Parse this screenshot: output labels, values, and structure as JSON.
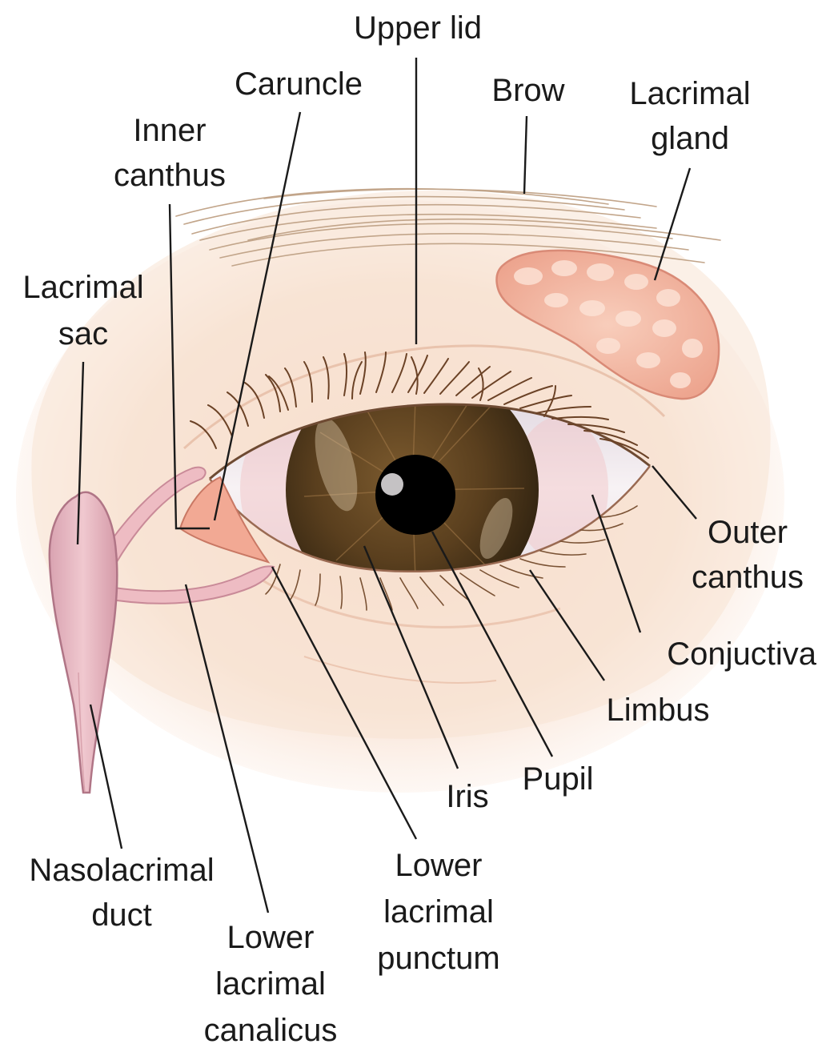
{
  "labels": {
    "upper_lid": "Upper lid",
    "caruncle": "Caruncle",
    "brow": "Brow",
    "lacrimal_gland_1": "Lacrimal",
    "lacrimal_gland_2": "gland",
    "inner_canthus_1": "Inner",
    "inner_canthus_2": "canthus",
    "lacrimal_sac_1": "Lacrimal",
    "lacrimal_sac_2": "sac",
    "outer_canthus_1": "Outer",
    "outer_canthus_2": "canthus",
    "conjunctiva": "Conjuctiva",
    "limbus": "Limbus",
    "iris": "Iris",
    "pupil": "Pupil",
    "nasolacrimal_duct_1": "Nasolacrimal",
    "nasolacrimal_duct_2": "duct",
    "lower_punctum_1": "Lower",
    "lower_punctum_2": "lacrimal",
    "lower_punctum_3": "punctum",
    "lower_canaliculus_1": "Lower",
    "lower_canaliculus_2": "lacrimal",
    "lower_canaliculus_3": "canalicus"
  },
  "colors": {
    "skin": "#f8e3d3",
    "gland": "#f2b8a4",
    "duct": "#e8b0b8",
    "iris": "#4a3519",
    "pupil": "#000000",
    "sclera": "#f5eef0"
  }
}
